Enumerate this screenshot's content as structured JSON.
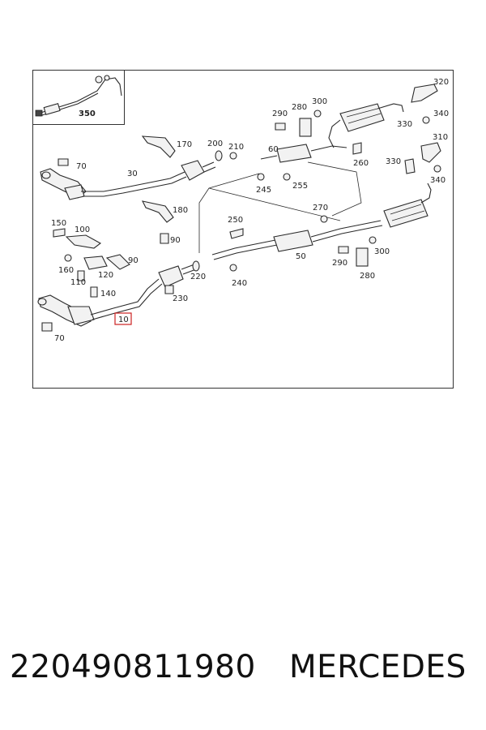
{
  "diagram": {
    "callouts": {
      "c10": "10",
      "c30": "30",
      "c50": "50",
      "c60": "60",
      "c70a": "70",
      "c70b": "70",
      "c90": "90",
      "c100": "100",
      "c110": "110",
      "c120": "120",
      "c140": "140",
      "c150": "150",
      "c160": "160",
      "c170": "170",
      "c180": "180",
      "c200": "200",
      "c210": "210",
      "c220": "220",
      "c230": "230",
      "c240": "240",
      "c245": "245",
      "c250": "250",
      "c255": "255",
      "c260": "260",
      "c270": "270",
      "c280a": "280",
      "c280b": "280",
      "c290a": "290",
      "c290b": "290",
      "c300a": "300",
      "c300b": "300",
      "c310": "310",
      "c320": "320",
      "c330": "330",
      "c340a": "340",
      "c340b": "340",
      "c350": "350"
    },
    "highlight_color": "#cc2222"
  },
  "footer": {
    "part_number": "220490811980",
    "brand": "MERCEDES"
  }
}
